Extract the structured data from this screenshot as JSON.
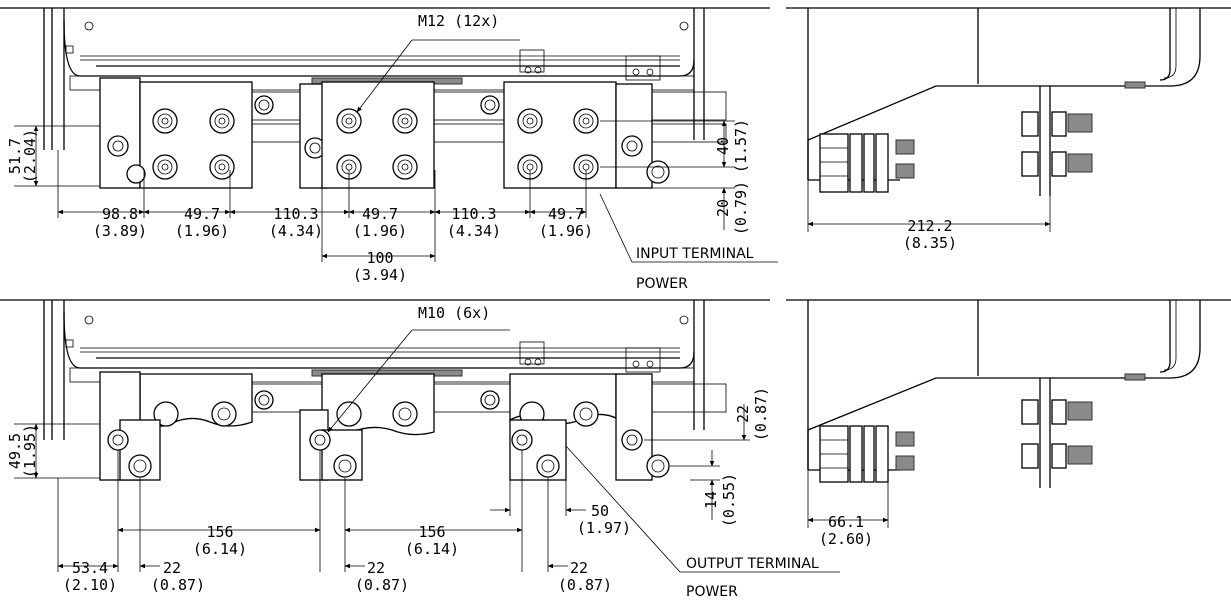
{
  "top_view": {
    "callout": "M12 (12x)",
    "dims": {
      "left_height": "51.7",
      "left_height_in": "(2.04)",
      "right_40": "40",
      "right_40_in": "(1.57)",
      "right_20": "20",
      "right_20_in": "(0.79)",
      "d98": "98.8",
      "d98_in": "(3.89)",
      "d49a": "49.7",
      "d49a_in": "(1.96)",
      "d110a": "110.3",
      "d110a_in": "(4.34)",
      "d49b": "49.7",
      "d49b_in": "(1.96)",
      "d110b": "110.3",
      "d110b_in": "(4.34)",
      "d49c": "49.7",
      "d49c_in": "(1.96)",
      "d100": "100",
      "d100_in": "(3.94)"
    },
    "label_line1": "INPUT TERMINAL",
    "label_line2": "POWER"
  },
  "top_side": {
    "d212": "212.2",
    "d212_in": "(8.35)"
  },
  "bottom_view": {
    "callout": "M10 (6x)",
    "dims": {
      "left_height": "49.5",
      "left_height_in": "(1.95)",
      "right_22": "22",
      "right_22_in": "(0.87)",
      "right_14": "14",
      "right_14_in": "(0.55)",
      "d50": "50",
      "d50_in": "(1.97)",
      "d53": "53.4",
      "d53_in": "(2.10)",
      "d22a": "22",
      "d22a_in": "(0.87)",
      "d156a": "156",
      "d156a_in": "(6.14)",
      "d22b": "22",
      "d22b_in": "(0.87)",
      "d156b": "156",
      "d156b_in": "(6.14)",
      "d22c": "22",
      "d22c_in": "(0.87)"
    },
    "label_line1": "OUTPUT TERMINAL",
    "label_line2": "POWER"
  },
  "bottom_side": {
    "d66": "66.1",
    "d66_in": "(2.60)"
  }
}
